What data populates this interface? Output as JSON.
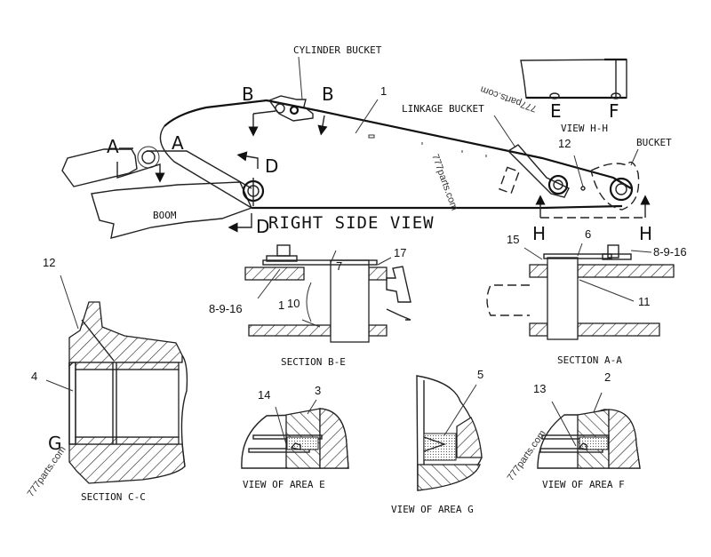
{
  "diagram": {
    "main_view": {
      "title": "RIGHT SIDE VIEW",
      "labels": {
        "cylinder_bucket": "CYLINDER BUCKET",
        "linkage_bucket": "LINKAGE BUCKET",
        "bucket": "BUCKET",
        "boom": "BOOM"
      },
      "section_markers": {
        "a": "A",
        "b": "B",
        "d": "D",
        "h": "H"
      },
      "callouts": {
        "stick": "1",
        "grease_fitting": "12"
      }
    },
    "view_hh": {
      "title": "VIEW H-H",
      "area_e": "E",
      "area_f": "F"
    },
    "section_be": {
      "title": "SECTION B-E",
      "callouts": [
        "7",
        "17",
        "8-9-16",
        "1",
        "10"
      ]
    },
    "section_aa": {
      "title": "SECTION A-A",
      "callouts": [
        "15",
        "6",
        "8-9-16",
        "11"
      ]
    },
    "section_cc": {
      "title": "SECTION C-C",
      "callouts": [
        "12",
        "4"
      ],
      "area_g": "G"
    },
    "view_area_e": {
      "title": "VIEW OF AREA E",
      "callouts": [
        "14",
        "3"
      ]
    },
    "view_area_g": {
      "title": "VIEW OF AREA G",
      "callouts": [
        "5"
      ]
    },
    "view_area_f": {
      "title": "VIEW OF AREA F",
      "callouts": [
        "13",
        "2"
      ]
    },
    "watermark": "777parts.com"
  }
}
